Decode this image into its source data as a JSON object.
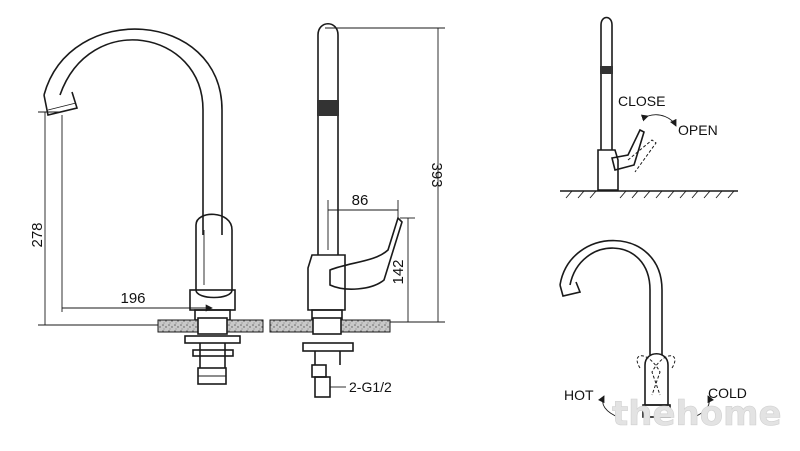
{
  "front_view": {
    "dim_height": "278",
    "dim_reach": "196"
  },
  "side_view": {
    "dim_total_height": "393",
    "dim_handle_width": "86",
    "dim_handle_height": "142",
    "connection_label": "2-G1/2"
  },
  "operation_open_close": {
    "close_label": "CLOSE",
    "open_label": "OPEN"
  },
  "operation_hot_cold": {
    "hot_label": "HOT",
    "cold_label": "COLD"
  },
  "watermark": "thehome"
}
